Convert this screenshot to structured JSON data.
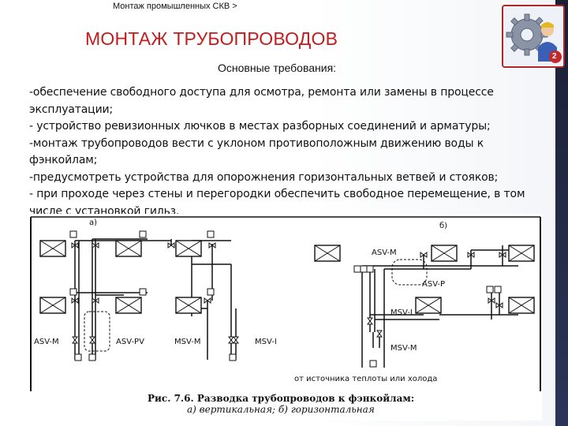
{
  "slide": {
    "breadcrumb": "Монтаж промышленных СКВ >",
    "title": "МОНТАЖ ТРУБОПРОВОДОВ",
    "subtitle": "Основные требования:",
    "requirements": [
      "-обеспечение свободного доступа для осмотра, ремонта или замены в процессе эксплуатации;",
      "- устройство ревизионных лючков в местах разборных соединений и арматуры;",
      "-монтаж трубопроводов вести с уклоном противоположным движению воды к фэнкойлам;",
      "-предусмотреть устройства для опорожнения горизонтальных ветвей и стояков;",
      "- при проходе через стены и перегородки обеспечить свободное перемещение, в том числе с установкой гильз."
    ]
  },
  "logo": {
    "icon": "gear-engineer-icon",
    "badge": "2",
    "frame_color": "#b0262a"
  },
  "colors": {
    "title": "#c41c1c",
    "text": "#111111",
    "accent": "#1a1f33"
  },
  "diagram": {
    "panel_a": "а)",
    "panel_b": "б)",
    "labels": {
      "asv_m_left": "ASV-M",
      "asv_pv": "ASV-PV",
      "msv_m_left": "MSV-M",
      "msv_i_left": "MSV-I",
      "asv_m_right": "ASV-M",
      "asv_p": "ASV-P",
      "msv_i_right": "MSV-I",
      "msv_m_right": "MSV-M",
      "source": "от источника теплоты или холода"
    },
    "caption_line1": "Рис. 7.6. Разводка трубопроводов к фэнкойлам:",
    "caption_line2": "а) вертикальная; б) горизонтальная"
  }
}
